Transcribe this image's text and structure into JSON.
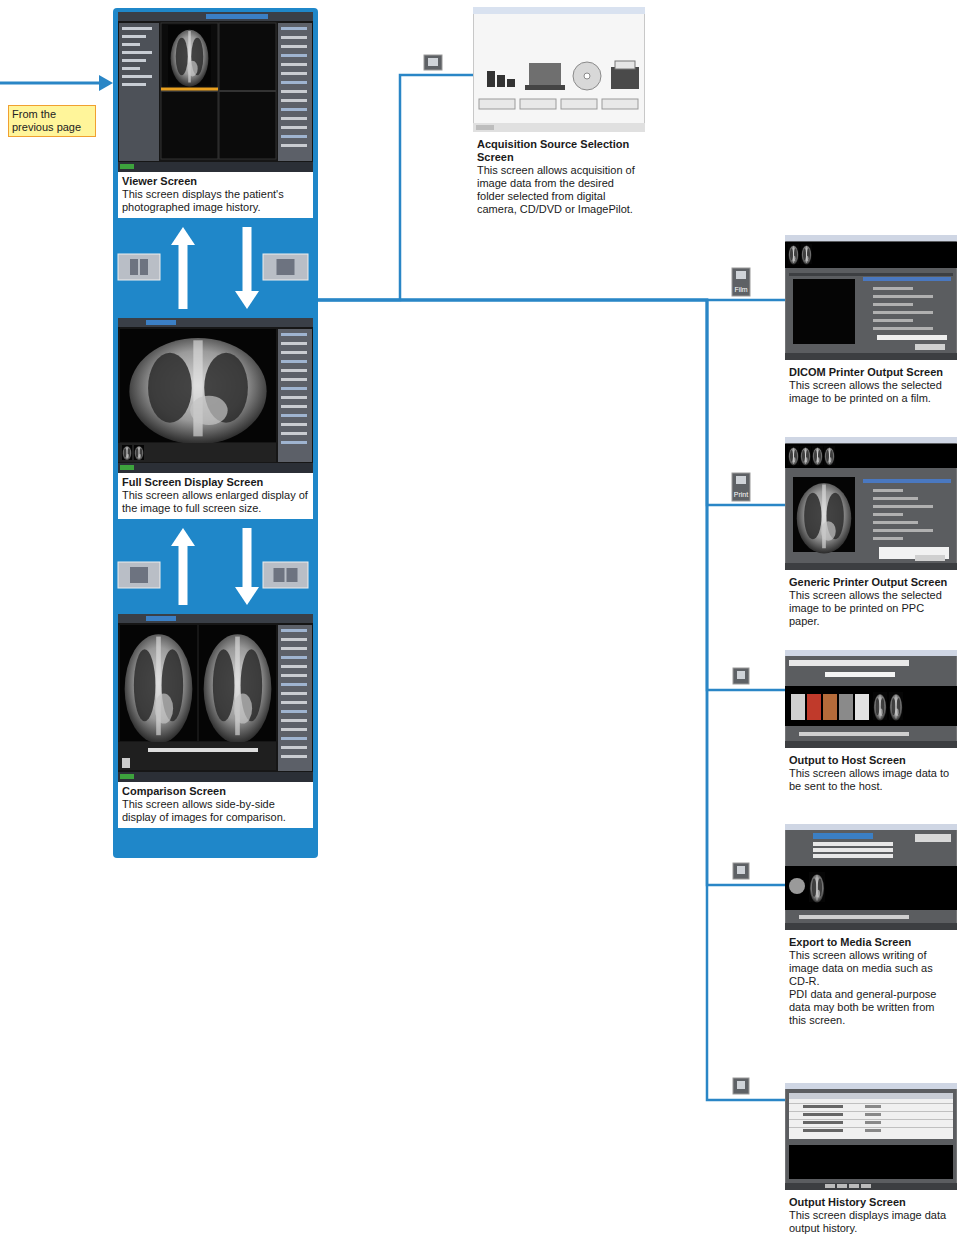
{
  "diagram": {
    "nodes": [
      {
        "text": [
          "From the previous page"
        ]
      },
      {
        "text": []
      },
      {
        "text": [
          "Viewer Screen",
          "This screen displays the patient's photographed image history."
        ],
        "in": 1
      },
      {
        "text": [
          "Full Screen Display Screen",
          "This screen allows enlarged display of the image to full screen size."
        ],
        "in": 1
      },
      {
        "text": [
          "Comparison Screen",
          "This screen allows side-by-side display of images for comparison."
        ],
        "in": 1
      },
      {
        "text": [
          "Acquisition Source Selection Screen",
          "This screen allows acquisition of image data from the desired folder selected from digital camera, CD/DVD or ImagePilot."
        ]
      },
      {
        "text": [
          "DICOM Printer Output Screen",
          "This screen allows the selected image to be printed on a film."
        ]
      },
      {
        "text": [
          "Generic Printer Output Screen",
          "This screen allows the selected image to be printed on PPC paper."
        ]
      },
      {
        "text": [
          "Output to Host Screen",
          "This screen allows image data to be sent to the host."
        ]
      },
      {
        "text": [
          "Export to Media Screen",
          "This screen allows writing of image data on media such as CD-R.",
          "PDI data and general-purpose data may both be written from this screen."
        ]
      },
      {
        "text": [
          "Output History Screen",
          "This screen displays image data output history."
        ]
      }
    ],
    "edges": [
      {
        "from": 3,
        "to": 2,
        "arrow": "to"
      },
      {
        "from": 2,
        "to": 3,
        "arrow": "to"
      },
      {
        "from": 4,
        "to": 3,
        "arrow": "to"
      },
      {
        "from": 3,
        "to": 4,
        "arrow": "to"
      },
      {
        "from": 1,
        "to": 5,
        "arrow": "none"
      },
      {
        "from": 1,
        "to": 6,
        "arrow": "none"
      },
      {
        "from": 1,
        "to": 7,
        "arrow": "none"
      },
      {
        "from": 1,
        "to": 8,
        "arrow": "none"
      },
      {
        "from": 1,
        "to": 9,
        "arrow": "none"
      },
      {
        "from": 1,
        "to": 10,
        "arrow": "none"
      }
    ],
    "labels": [
      "Film",
      "Print"
    ]
  }
}
